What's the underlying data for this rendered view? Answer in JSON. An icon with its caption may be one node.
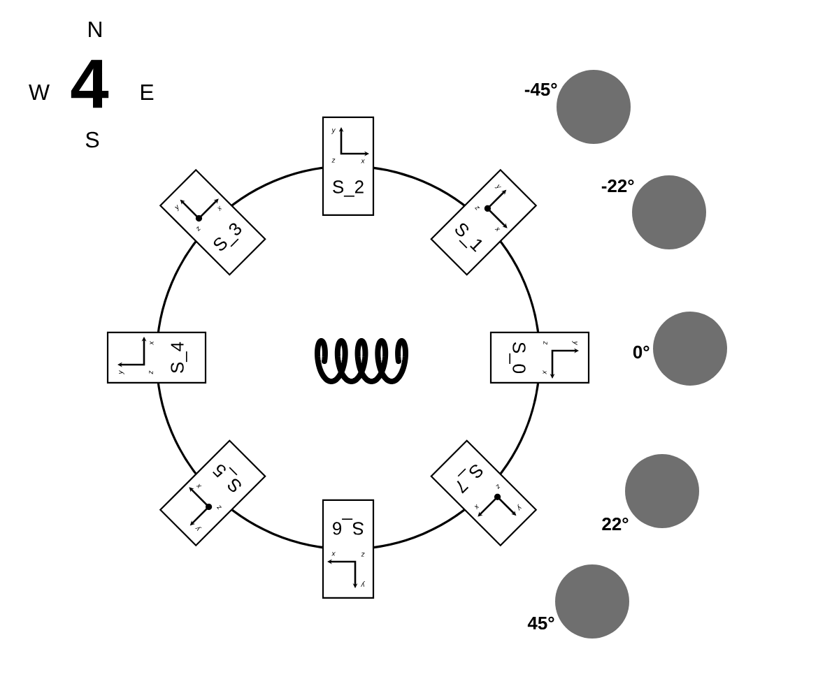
{
  "diagram": {
    "nodes": [
      {
        "text": [],
        "shape": "circle"
      },
      {
        "text": [
          "y",
          "z",
          "x",
          "S_2"
        ]
      },
      {
        "text": [
          "y",
          "z",
          "x",
          "S_3"
        ]
      },
      {
        "text": [
          "y",
          "z",
          "x",
          "S_1"
        ]
      },
      {
        "text": [
          "y",
          "z",
          "x",
          "S_4"
        ]
      },
      {
        "text": [],
        "shape": "picture",
        "in": 0
      },
      {
        "text": [
          "y",
          "z",
          "x",
          "S_0"
        ]
      },
      {
        "text": [
          "y",
          "z",
          "x",
          "S_5"
        ]
      },
      {
        "text": [
          "y",
          "z",
          "x",
          "S_7"
        ]
      },
      {
        "text": [
          "y",
          "z",
          "x",
          "S_6"
        ]
      },
      {
        "text": [],
        "shape": "circle",
        "beside": [
          "-45°"
        ]
      },
      {
        "text": [],
        "shape": "circle",
        "beside": [
          "-22°"
        ]
      },
      {
        "text": [],
        "shape": "circle",
        "beside": [
          "0°"
        ]
      },
      {
        "text": [],
        "shape": "circle",
        "beside": [
          "22°"
        ]
      },
      {
        "text": [],
        "shape": "circle",
        "beside": [
          "45°"
        ]
      }
    ],
    "labels": [
      "N",
      "W",
      "4",
      "E",
      "S"
    ]
  }
}
